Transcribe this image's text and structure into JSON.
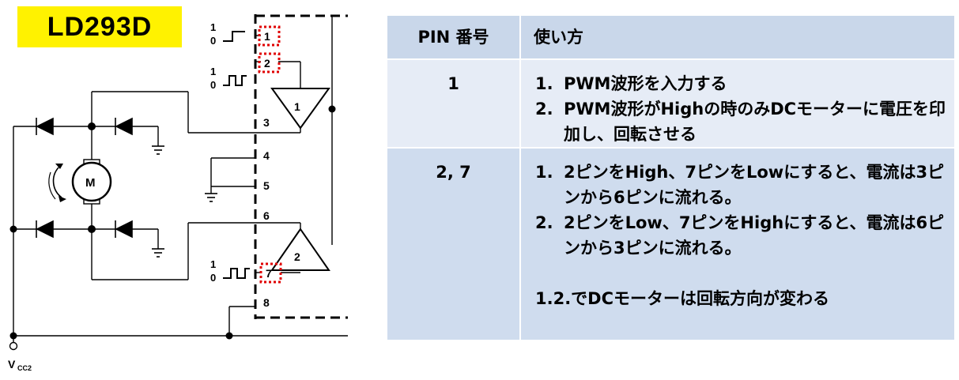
{
  "title": "LD293D",
  "circuit": {
    "pins": [
      "1",
      "2",
      "3",
      "4",
      "5",
      "6",
      "7",
      "8"
    ],
    "signal_high": "1",
    "signal_low": "0",
    "buffers": [
      "1",
      "2"
    ],
    "motor": "M",
    "vcc_main": "V",
    "vcc_sub": "CC2"
  },
  "table": {
    "headers": [
      "PIN 番号",
      "使い方"
    ],
    "rows": [
      {
        "pin": "1",
        "items": [
          {
            "num": "1.",
            "text": "PWM波形を入力する"
          },
          {
            "num": "2.",
            "text": "PWM波形がHighの時のみDCモーターに電圧を印加し、回転させる"
          }
        ],
        "note": ""
      },
      {
        "pin": "2, 7",
        "items": [
          {
            "num": "1.",
            "text": "2ピンをHigh、7ピンをLowにすると、電流は3ピンから6ピンに流れる。"
          },
          {
            "num": "2.",
            "text": "2ピンをLow、7ピンをHighにすると、電流は6ピンから3ピンに流れる。"
          }
        ],
        "note": "1.2.でDCモーターは回転方向が変わる"
      }
    ]
  },
  "colors": {
    "title_bg": "#fff200",
    "header_bg": "#c9d7ea",
    "row1_bg": "#e6ecf6",
    "row2_bg": "#cfdcee",
    "highlight": "#e00000"
  }
}
